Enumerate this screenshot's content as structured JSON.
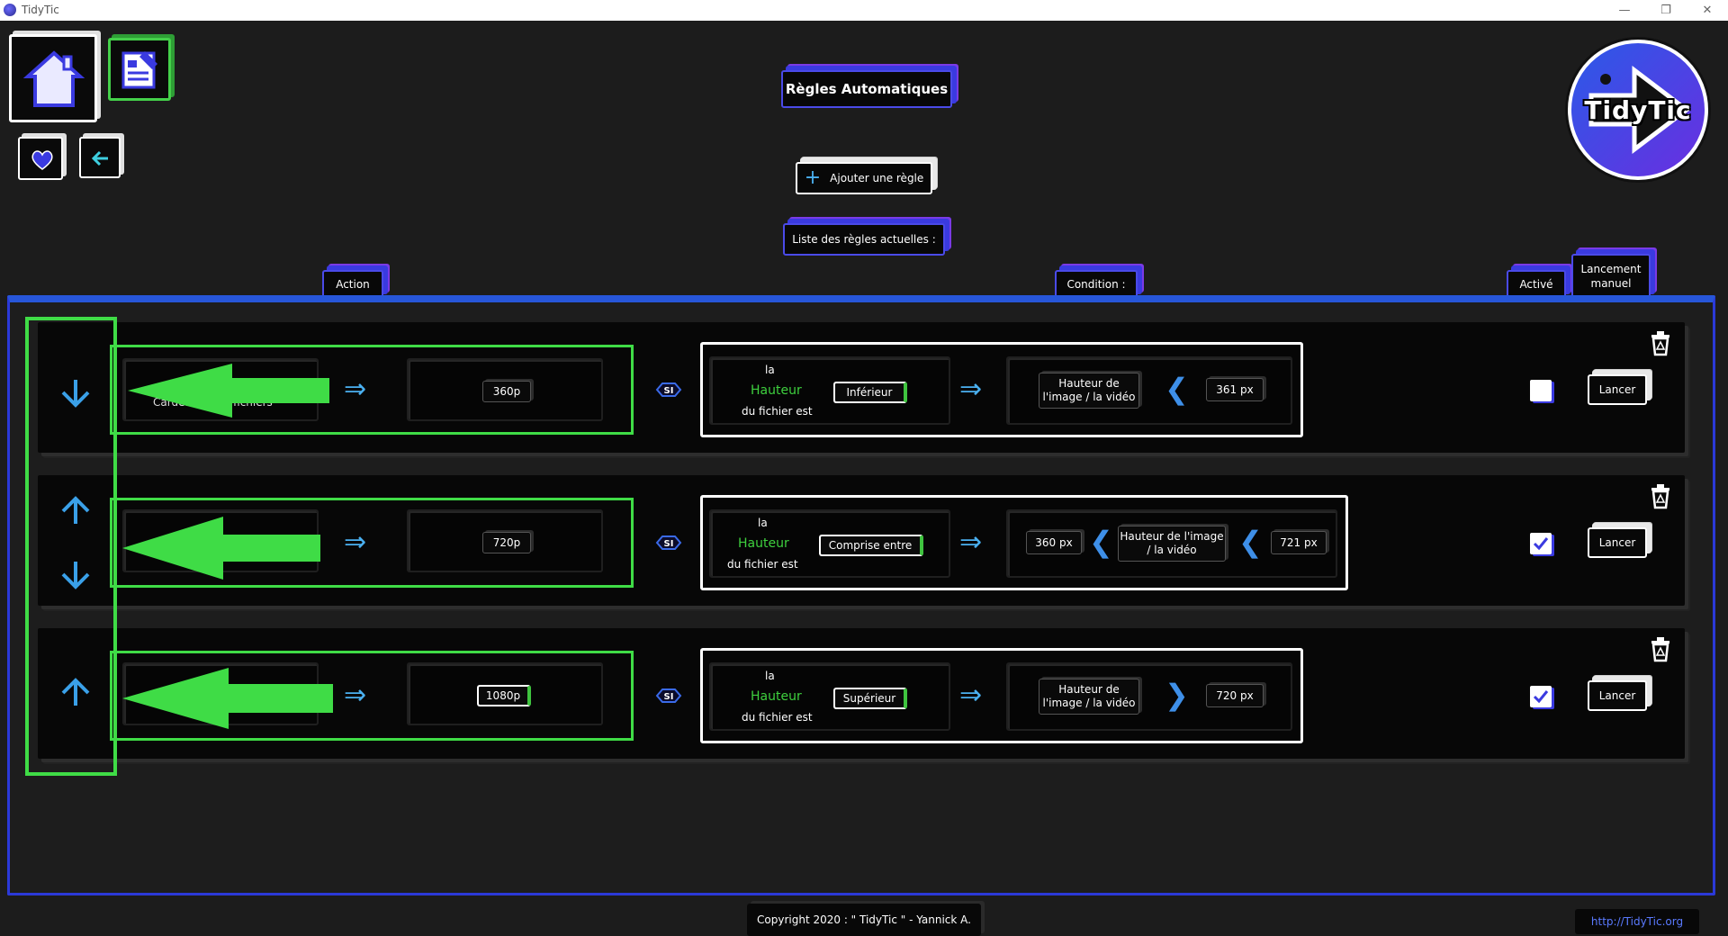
{
  "window": {
    "title": "TidyTic",
    "controls": [
      "—",
      "❐",
      "✕"
    ]
  },
  "header": {
    "page_title": "Règles Automatiques",
    "add_rule_label": "Ajouter une règle",
    "rules_list_label": "Liste des règles actuelles :"
  },
  "columns": {
    "action": "Action",
    "condition": "Condition :",
    "active": "Activé",
    "manual_launch": "Lancement manuel"
  },
  "rules": [
    {
      "action_text": "Carde… …aux fichiers",
      "target_value": "360p",
      "si": "SI",
      "cond_prefix": "la",
      "cond_property": "Hauteur",
      "cond_suffix": "du fichier est",
      "operator": "Inférieur",
      "subject": "Hauteur de l'image / la vidéo",
      "chevron": "❮",
      "value": "361 px",
      "launch_label": "Lancer"
    },
    {
      "target_value": "720p",
      "si": "SI",
      "cond_prefix": "la",
      "cond_property": "Hauteur",
      "cond_suffix": "du fichier est",
      "operator": "Comprise entre",
      "value_low": "360 px",
      "subject": "Hauteur de l'image / la vidéo",
      "chevron": "❮",
      "value_high": "721 px",
      "launch_label": "Lancer"
    },
    {
      "target_value": "1080p",
      "si": "SI",
      "cond_prefix": "la",
      "cond_property": "Hauteur",
      "cond_suffix": "du fichier est",
      "operator": "Supérieur",
      "subject": "Hauteur de l'image / la vidéo",
      "chevron": "❯",
      "value": "720 px",
      "launch_label": "Lancer"
    }
  ],
  "logo_text": "TidyTic",
  "footer": {
    "copyright": "Copyright 2020 : \" TidyTic \" - Yannick A.",
    "link": "http://TidyTic.org"
  },
  "colors": {
    "accent_blue": "#2b39d8",
    "accent_purple": "#7a3ae6",
    "annotation_green": "#3fdc46",
    "arrow_blue": "#4ab0f0"
  }
}
